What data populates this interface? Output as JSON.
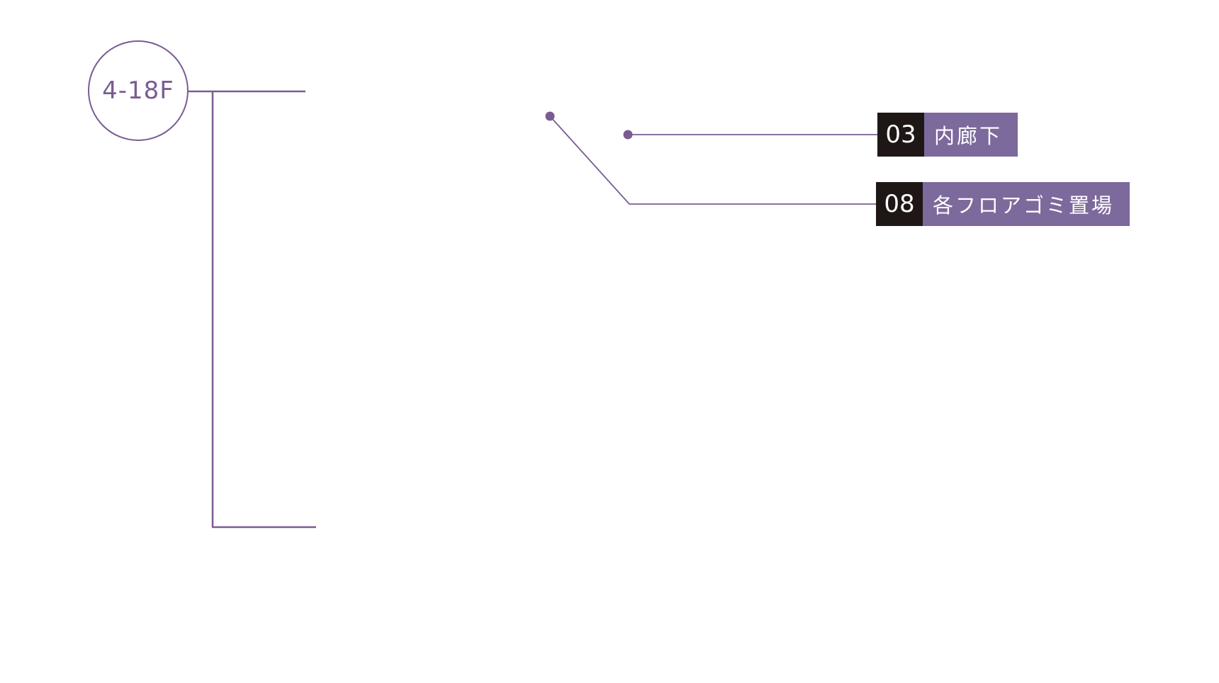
{
  "floor": {
    "label": "4-18F"
  },
  "colors": {
    "accent": "#7a5c93",
    "label_bg": "#7d6a9c",
    "number_bg": "#1f1716",
    "text_light": "#ffffff"
  },
  "callouts": [
    {
      "number": "03",
      "label": "内廊下"
    },
    {
      "number": "08",
      "label": "各フロアゴミ置場"
    }
  ]
}
